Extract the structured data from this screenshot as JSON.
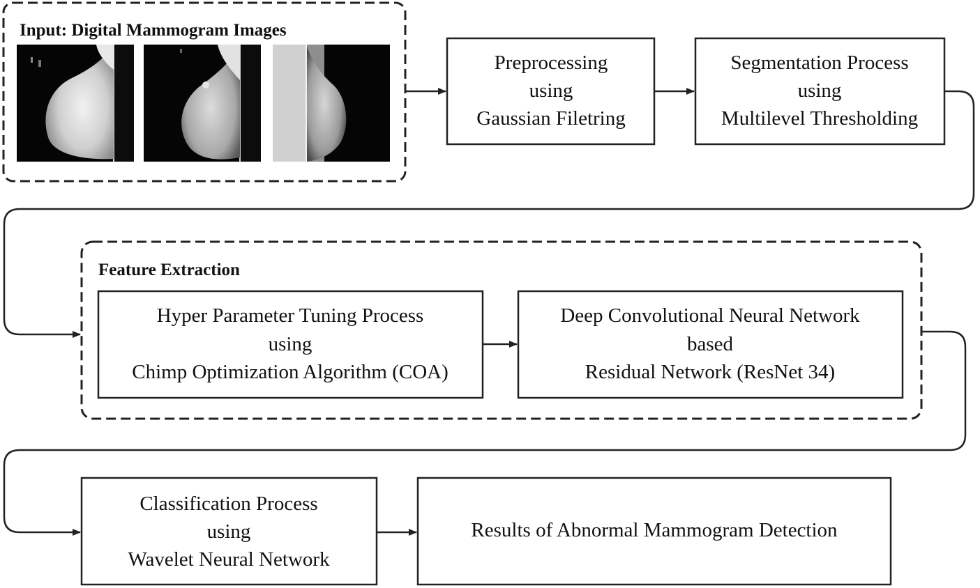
{
  "input_group": {
    "label": "Input: Digital Mammogram Images"
  },
  "feature_group": {
    "label": "Feature Extraction"
  },
  "steps": {
    "preprocessing": [
      "Preprocessing",
      "using",
      "Gaussian Filetring"
    ],
    "segmentation": [
      "Segmentation Process",
      "using",
      "Multilevel Thresholding"
    ],
    "tuning": [
      "Hyper Parameter Tuning Process",
      "using",
      "Chimp Optimization Algorithm (COA)"
    ],
    "dcnn": [
      "Deep Convolutional Neural Network",
      "based",
      "Residual Network (ResNet 34)"
    ],
    "classification": [
      "Classification Process",
      "using",
      "Wavelet Neural Network"
    ],
    "results": [
      "Results of Abnormal Mammogram Detection"
    ]
  },
  "colors": {
    "stroke": "#222222",
    "image_background": "#050505"
  }
}
